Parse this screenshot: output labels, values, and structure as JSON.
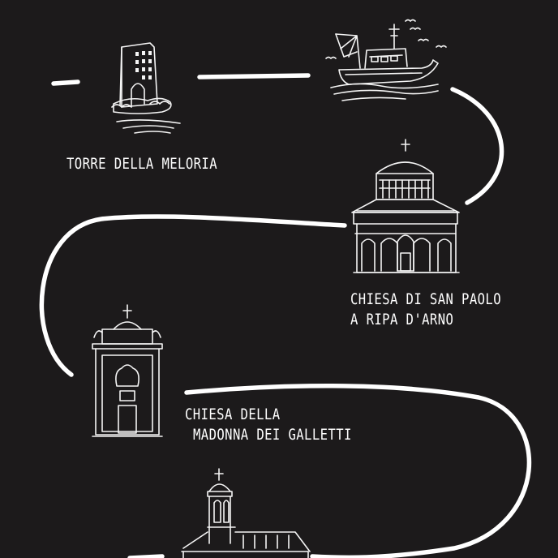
{
  "colors": {
    "background": "#1c1a1b",
    "ink": "#ffffff"
  },
  "route": {
    "stops": [
      {
        "id": "torre",
        "icon": "tower-icon",
        "label": "TORRE DELLA MELORIA"
      },
      {
        "id": "boat",
        "icon": "fishing-boat-icon"
      },
      {
        "id": "san-paolo",
        "icon": "basilica-icon",
        "line1": "CHIESA DI SAN PAOLO",
        "line2": "A RIPA D'ARNO"
      },
      {
        "id": "galletti",
        "icon": "church-facade-icon",
        "line1": "CHIESA DELLA",
        "line2": "MADONNA DEI GALLETTI"
      },
      {
        "id": "bell-tower",
        "icon": "bell-tower-church-icon"
      }
    ]
  }
}
